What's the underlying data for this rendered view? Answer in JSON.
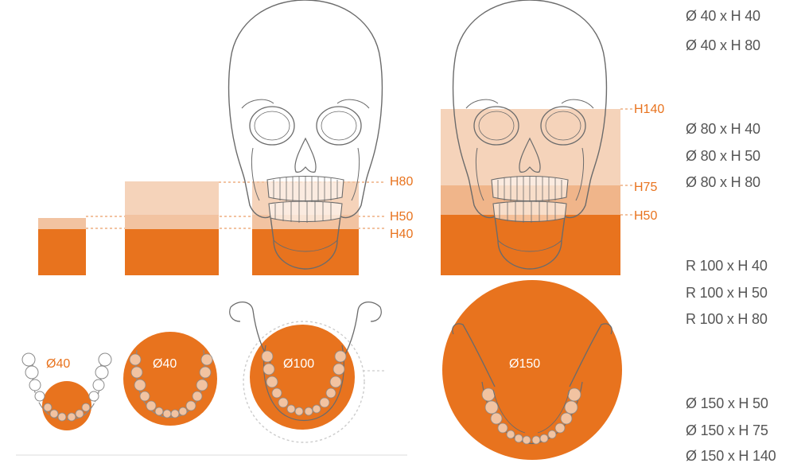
{
  "colors": {
    "accent": "#E8731E",
    "accent_light": "#F2C3A1",
    "outline": "#6b6b6b",
    "text": "#555555"
  },
  "height_markers": {
    "h80": "H80",
    "h50_left": "H50",
    "h40": "H40",
    "h140": "H140",
    "h75": "H75",
    "h50_right": "H50"
  },
  "diameter_labels": {
    "d40_a": "Ø40",
    "d40_b": "Ø40",
    "d100": "Ø100",
    "d150": "Ø150"
  },
  "spec_list": [
    "Ø  40 x H 40",
    "Ø  40 x H 80",
    "Ø  80 x H 40",
    "Ø  80 x H 50",
    "Ø  80 x H 80",
    "R 100 x H 40",
    "R 100 x H 50",
    "R 100 x H 80",
    "Ø  150 x H 50",
    "Ø  150 x H 75",
    "Ø  150 x H 140"
  ],
  "icons": [
    "skull-outline-icon",
    "skull-outline-icon",
    "dental-arch-icon",
    "mandible-icon"
  ]
}
